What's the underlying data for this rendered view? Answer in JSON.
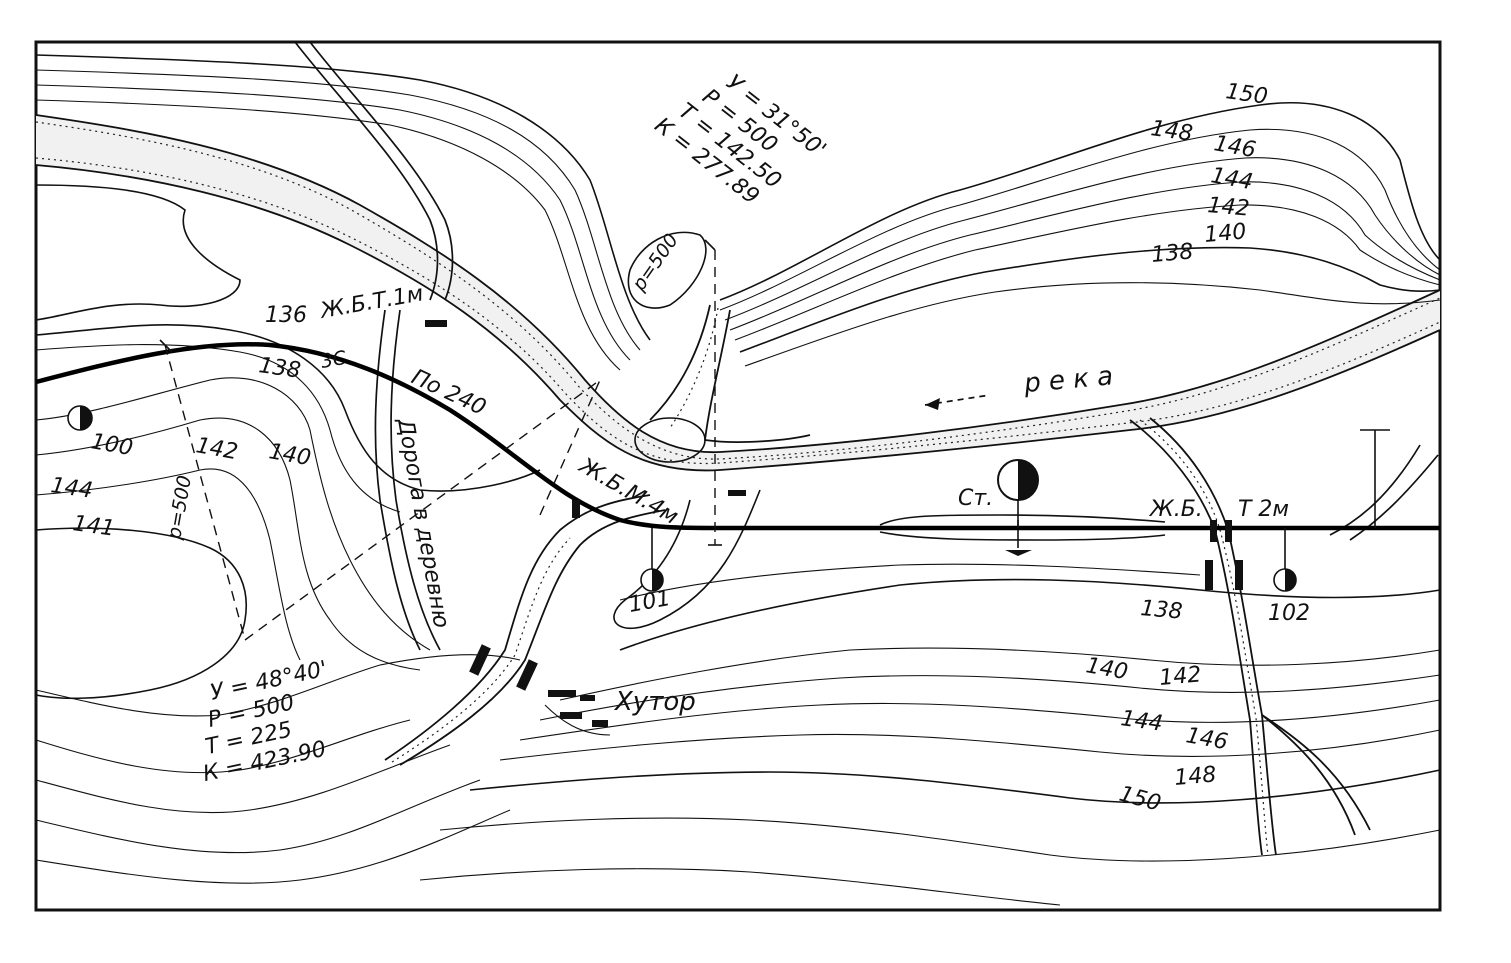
{
  "map": {
    "river_label": "р е к а",
    "station_label": "Ст.",
    "farm_label": "Хутор",
    "road_label": "Дорога в деревню",
    "pk_labels": {
      "pk100": "100",
      "pk101": "101",
      "pk102": "102"
    },
    "culverts": {
      "c1": "Ж.Б.Т.1м",
      "c2": "Ж.Б.М.4м",
      "c3": "Ж.Б.",
      "c3b": "Т 2м",
      "road_crossing": "По 240"
    },
    "curve1": {
      "angle": "У = 31°50'",
      "radius": "Р = 500",
      "tangent": "Т = 142.50",
      "length": "К = 277.89",
      "radius_box": "р=500"
    },
    "curve2": {
      "angle": "У = 48°40'",
      "radius": "Р = 500",
      "tangent": "Т = 225",
      "length": "К = 423.90",
      "radius_label": "р=500"
    },
    "contour_labels": {
      "north": [
        "150",
        "148",
        "146",
        "144",
        "142",
        "140",
        "138"
      ],
      "west": [
        "136",
        "138",
        "142",
        "140",
        "144",
        "141"
      ],
      "south": [
        "138",
        "140",
        "142",
        "144",
        "146",
        "148",
        "150"
      ]
    },
    "marker_3c": "3С"
  }
}
